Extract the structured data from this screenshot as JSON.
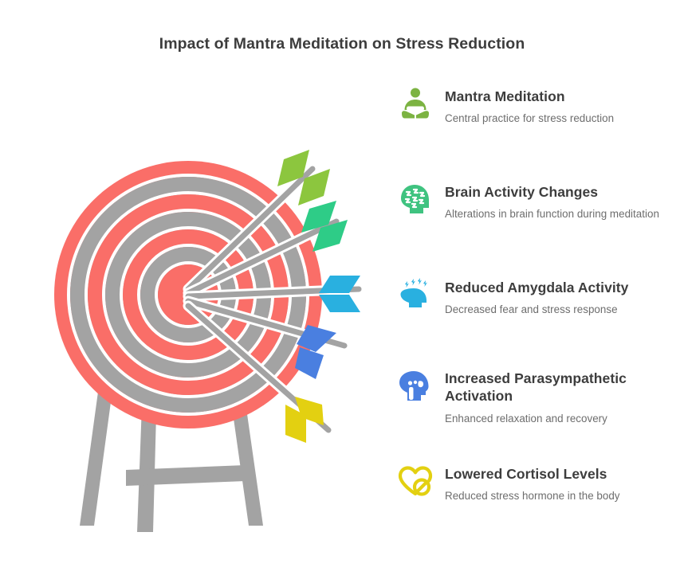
{
  "page": {
    "title": "Impact of Mantra Meditation on Stress Reduction",
    "background_color": "#ffffff",
    "heading_color": "#3d3d3d",
    "description_color": "#6d6d6d"
  },
  "illustration": {
    "name": "archery-target-with-five-arrows",
    "target": {
      "ring_color_primary": "#fa6e68",
      "ring_color_secondary": "#a3a3a3",
      "ring_separator_color": "#ffffff",
      "ring_count": 9,
      "stand_color": "#a3a3a3"
    },
    "arrows": [
      {
        "name": "arrow-mantra-meditation",
        "fletching_color": "#8cc63e",
        "shaft_color": "#a3a3a3"
      },
      {
        "name": "arrow-brain-activity-changes",
        "fletching_color": "#2ecc87",
        "shaft_color": "#a3a3a3"
      },
      {
        "name": "arrow-reduced-amygdala-activity",
        "fletching_color": "#29b0e0",
        "shaft_color": "#a3a3a3"
      },
      {
        "name": "arrow-increased-parasympathetic-activation",
        "fletching_color": "#4a7fe0",
        "shaft_color": "#a3a3a3"
      },
      {
        "name": "arrow-lowered-cortisol-levels",
        "fletching_color": "#e3d011",
        "shaft_color": "#a3a3a3"
      }
    ]
  },
  "list": {
    "items": [
      {
        "icon": "meditating-person-icon",
        "icon_color": "#7cb342",
        "heading": "Mantra Meditation",
        "description": "Central practice for stress reduction"
      },
      {
        "icon": "head-with-brain-activity-icon",
        "icon_color": "#3fc380",
        "heading": "Brain Activity Changes",
        "description": "Alterations in brain function during meditation"
      },
      {
        "icon": "head-with-spark-lines-icon",
        "icon_color": "#29b0e0",
        "heading": "Reduced Amygdala Activity",
        "description": "Decreased fear and stress response"
      },
      {
        "icon": "head-profile-icon",
        "icon_color": "#4a7fe0",
        "heading": "Increased Parasympathetic Activation",
        "description": "Enhanced relaxation and recovery"
      },
      {
        "icon": "heart-with-no-symbol-icon",
        "icon_color": "#e3d011",
        "heading": "Lowered Cortisol Levels",
        "description": "Reduced stress hormone in the body"
      }
    ]
  }
}
